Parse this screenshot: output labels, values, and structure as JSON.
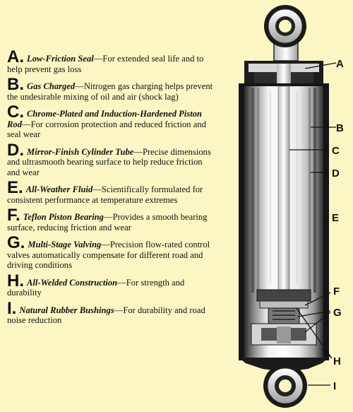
{
  "legend": [
    {
      "letter": "A.",
      "term": "Low-Friction Seal",
      "dash": "—",
      "desc": "For extended seal life and to help prevent gas loss"
    },
    {
      "letter": "B.",
      "term": "Gas Charged",
      "dash": "—",
      "desc": "Nitrogen gas charging helps prevent the undesirable mixing of oil and air (shock lag)"
    },
    {
      "letter": "C.",
      "term": "Chrome-Plated and Induction-Hardened Piston Rod",
      "dash": "—",
      "desc": "For corrosion protection and reduced friction and seal wear"
    },
    {
      "letter": "D.",
      "term": "Mirror-Finish Cylinder Tube",
      "dash": "—",
      "desc": "Precise dimensions and ultrasmooth bearing surface to help reduce friction and wear"
    },
    {
      "letter": "E.",
      "term": "All-Weather Fluid",
      "dash": "—",
      "desc": "Scientifically formulated for consistent performance at temperature extremes"
    },
    {
      "letter": "F.",
      "term": "Teflon Piston Bearing",
      "dash": "—",
      "desc": "Provides a smooth bearing surface, reducing friction and wear"
    },
    {
      "letter": "G.",
      "term": "Multi-Stage Valving",
      "dash": "—",
      "desc": "Precision flow-rated control valves automatically compensate for different road and driving conditions"
    },
    {
      "letter": "H.",
      "term": "All-Welded Construction",
      "dash": "—",
      "desc": "For strength and durability"
    },
    {
      "letter": "I.",
      "term": "Natural Rubber Bushings",
      "dash": "—",
      "desc": "For durability and road noise reduction"
    }
  ],
  "callouts": {
    "a": "A",
    "b": "B",
    "c": "C",
    "d": "D",
    "e": "E",
    "f": "F",
    "g": "G",
    "h": "H",
    "i": "I"
  },
  "colors": {
    "background": "#fbf6c4",
    "metal_dark": "#1a1a1a",
    "metal_light": "#e8e8e8"
  }
}
